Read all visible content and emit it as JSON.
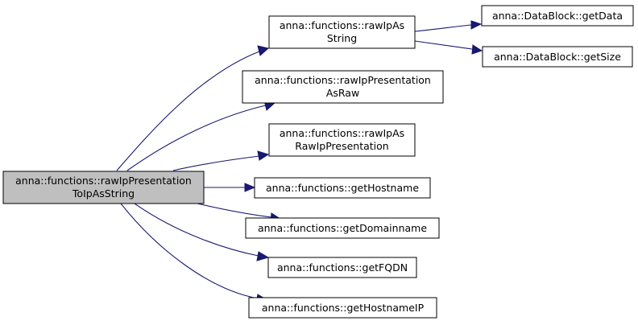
{
  "graph": {
    "edge_color": "#191970",
    "root_fill": "#bfbfbf",
    "nodes": {
      "root": {
        "lines": [
          "anna::functions::rawIpPresentation",
          "ToIpAsString"
        ]
      },
      "raw_ip_as_string": {
        "lines": [
          "anna::functions::rawIpAs",
          "String"
        ]
      },
      "raw_ip_presentation_as_raw": {
        "lines": [
          "anna::functions::rawIpPresentation",
          "AsRaw"
        ]
      },
      "raw_ip_as_raw_ip_presentation": {
        "lines": [
          "anna::functions::rawIpAs",
          "RawIpPresentation"
        ]
      },
      "get_hostname": {
        "lines": [
          "anna::functions::getHostname"
        ]
      },
      "get_domainname": {
        "lines": [
          "anna::functions::getDomainname"
        ]
      },
      "get_fqdn": {
        "lines": [
          "anna::functions::getFQDN"
        ]
      },
      "get_hostname_ip": {
        "lines": [
          "anna::functions::getHostnameIP"
        ]
      },
      "datablock_get_data": {
        "lines": [
          "anna::DataBlock::getData"
        ]
      },
      "datablock_get_size": {
        "lines": [
          "anna::DataBlock::getSize"
        ]
      }
    }
  }
}
